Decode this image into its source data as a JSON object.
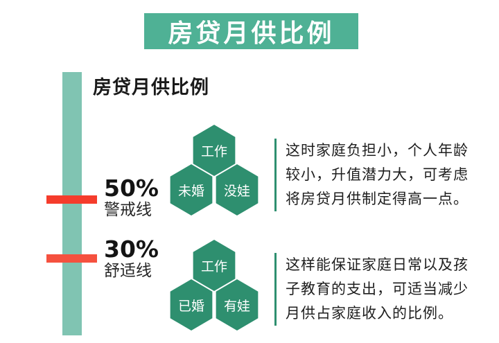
{
  "header": {
    "title": "房贷月供比例"
  },
  "section": {
    "subtitle": "房贷月供比例"
  },
  "colors": {
    "banner": "#4fb195",
    "vertical_bar": "#80c4b2",
    "marker_red": "#f53c2c",
    "hexagon": "#2e8f6f"
  },
  "levels": [
    {
      "percent": "50%",
      "label": "警戒线",
      "tags": [
        "工作",
        "未婚",
        "没娃"
      ],
      "description": [
        "这时家庭负担小，个人年龄",
        "较小，升值潜力大，可考虑",
        "将房贷月供制定得高一点。"
      ]
    },
    {
      "percent": "30%",
      "label": "舒适线",
      "tags": [
        "工作",
        "已婚",
        "有娃"
      ],
      "description": [
        "这样能保证家庭日常以及孩",
        "子教育的支出，可适当减少",
        "月供占家庭收入的比例。"
      ]
    }
  ]
}
